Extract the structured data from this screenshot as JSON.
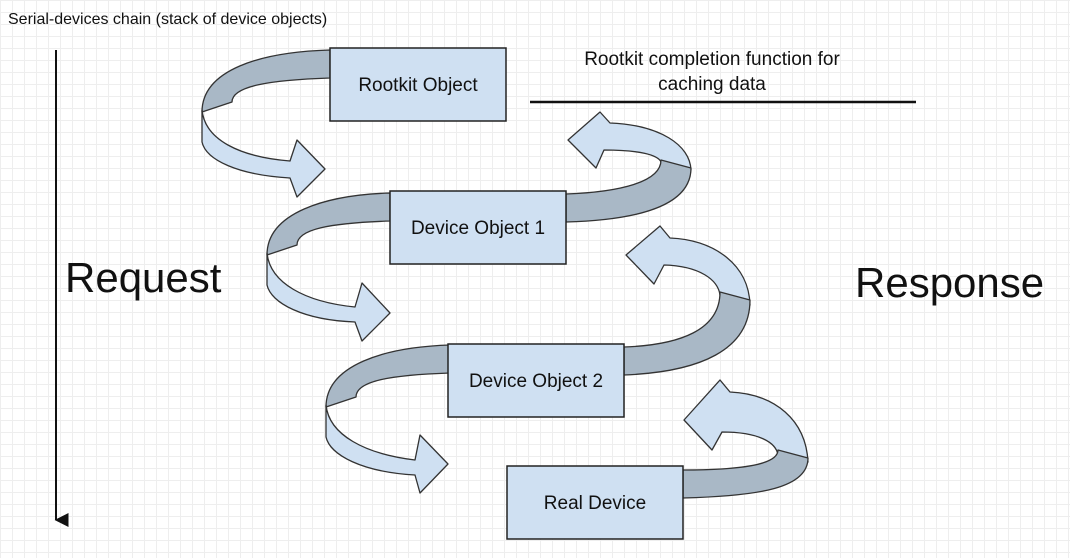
{
  "chain_title": "Serial-devices chain (stack of device objects)",
  "completion_label": {
    "line1": "Rootkit completion function for",
    "line2": "caching data"
  },
  "request_label": "Request",
  "response_label": "Response",
  "boxes": {
    "rootkit": "Rootkit Object",
    "device1": "Device Object 1",
    "device2": "Device Object 2",
    "real": "Real Device"
  }
}
